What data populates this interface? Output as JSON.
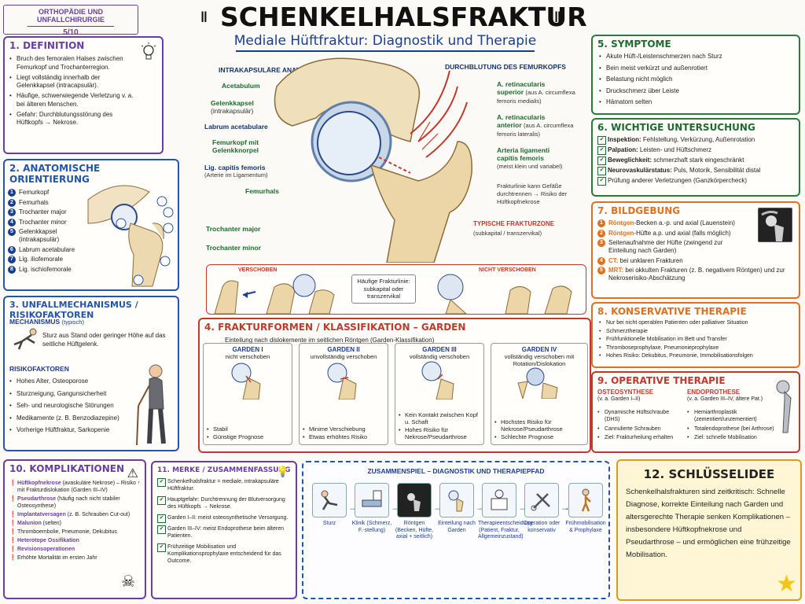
{
  "header": {
    "tag_line1": "ORTHOPÄDIE UND UNFALLCHIRURGIE",
    "tag_line2": "5/10",
    "title": "SCHENKELHALSFRAKTUR",
    "subtitle": "Mediale Hüftfraktur: Diagnostik und Therapie"
  },
  "colors": {
    "purple": "#6a3ea1",
    "blue": "#2355a8",
    "green": "#2b7a3c",
    "orange": "#e07020",
    "red": "#c0392b",
    "navy": "#1b3d8f",
    "yellow": "#f5c518"
  },
  "definition": {
    "title": "1. DEFINITION",
    "items": [
      "Bruch des femoralen Halses zwischen Femurkopf und Trochanterregion.",
      "Liegt vollständig innerhalb der Gelenkkapsel (intracapsulär).",
      "Häufige, schwerwiegende Verletzung v. a. bei älteren Menschen.",
      "Gefahr: Durchblutungsstörung des Hüftkopfs → Nekrose."
    ]
  },
  "orientation": {
    "title": "2. ANATOMISCHE ORIENTIERUNG",
    "items": [
      {
        "n": "1",
        "label": "Femurkopf"
      },
      {
        "n": "2",
        "label": "Femurhals"
      },
      {
        "n": "3",
        "label": "Trochanter major"
      },
      {
        "n": "4",
        "label": "Trochanter minor"
      },
      {
        "n": "5",
        "label": "Gelenkkapsel (intrakapsulär)"
      },
      {
        "n": "6",
        "label": "Labrum acetabulare"
      },
      {
        "n": "7",
        "label": "Lig. iliofemorale"
      },
      {
        "n": "8",
        "label": "Lig. ischiofemorale"
      }
    ]
  },
  "mechanism": {
    "title": "3. UNFALLMECHANISMUS / RISIKOFAKTOREN",
    "mech_head": "MECHANISMUS",
    "mech_note": "(typisch)",
    "mech_text": "Sturz aus Stand oder geringer Höhe auf das seitliche Hüftgelenk.",
    "risk_head": "RISIKOFAKTOREN",
    "risks": [
      "Hohes Alter, Osteoporose",
      "Sturzneigung, Gangunsicherheit",
      "Seh- und neurologische Störungen",
      "Medikamente (z. B. Benzodiazepine)",
      "Vorherige Hüftfraktur, Sarkopenie"
    ]
  },
  "anatomy": {
    "left_head": "INTRAKAPSULÄRE ANATOMIE",
    "right_head": "DURCHBLUTUNG DES FEMURKOPFS",
    "labels": {
      "acetabulum": "Acetabulum",
      "kapsel": "Gelenkkapsel",
      "kapsel2": "(intrakapsulär)",
      "labrum": "Labrum acetabulare",
      "kopf": "Femurkopf mit",
      "kopf2": "Gelenkknorpel",
      "lig": "Lig. capitis femoris",
      "lig2": "(Arterie im Ligamentum)",
      "hals": "Femurhals",
      "tmaj": "Trochanter major",
      "tmin": "Trochanter minor",
      "art1": "A. retinacularis",
      "art1b": "superior",
      "art1c": "(aus A. circumflexa femoris medialis)",
      "art2": "A. retinacularis",
      "art2b": "anterior",
      "art2c": "(aus A. circumflexa femoris lateralis)",
      "art3": "Arteria ligamenti",
      "art3b": "capitis femoris",
      "art3c": "(meist klein und variabel)",
      "frak": "Frakturlinie kann Gefäße durchtrennen → Risiko der Hüftkopfnekrose",
      "zone": "TYPISCHE FRAKTURZONE",
      "zone2": "(subkapital / transzervikal)"
    }
  },
  "shift": {
    "left": "VERSCHOBEN",
    "right": "NICHT VERSCHOBEN",
    "middle": "Häufige Frakturlinie: subkapital oder transzervikal"
  },
  "garden": {
    "title": "4. FRAKTURFORMEN / KLASSIFIKATION – GARDEN",
    "subtitle": "Einteilung nach dislokemente im seitlichen Röntgen (Garden-Klassifikation)",
    "types": [
      {
        "t": "GARDEN I",
        "s": "nicht verschoben",
        "items": [
          "Stabil",
          "Günstige Prognose"
        ]
      },
      {
        "t": "GARDEN II",
        "s": "unvollständig verschoben",
        "items": [
          "Minime Verschiebung",
          "Etwas erhöhtes Risiko"
        ]
      },
      {
        "t": "GARDEN III",
        "s": "vollständig verschoben",
        "items": [
          "Kein Kontakt zwischen Kopf u. Schaft",
          "Hohes Risiko für Nekrose/Pseudarthrose"
        ]
      },
      {
        "t": "GARDEN IV",
        "s": "vollständig verschoben mit Rotation/Dislokation",
        "items": [
          "Höchstes Risiko für Nekrose/Pseudarthrose",
          "Schlechte Prognose"
        ]
      }
    ]
  },
  "symptoms": {
    "title": "5. SYMPTOME",
    "items": [
      "Akute Hüft-/Leistenschmerzen nach Sturz",
      "Bein meist verkürzt und außenrotiert",
      "Belastung nicht möglich",
      "Druckschmerz über Leiste",
      "Hämatom selten"
    ]
  },
  "exam": {
    "title": "6. WICHTIGE UNTERSUCHUNG",
    "items": [
      {
        "b": "Inspektion:",
        "t": "Fehlstellung, Verkürzung, Außenrotation"
      },
      {
        "b": "Palpation:",
        "t": "Leisten- und Hüftschmerz"
      },
      {
        "b": "Beweglichkeit:",
        "t": "schmerzhaft stark eingeschränkt"
      },
      {
        "b": "Neurovaskulärstatus:",
        "t": "Puls, Motorik, Sensibilität distal"
      },
      {
        "b": "",
        "t": "Prüfung anderer Verletzungen (Ganzkörpercheck)"
      }
    ]
  },
  "imaging": {
    "title": "7. BILDGEBUNG",
    "items": [
      {
        "n": "1",
        "b": "Röntgen",
        "t": "-Becken a.-p. und axial (Lauenstein)"
      },
      {
        "n": "2",
        "b": "Röntgen",
        "t": "-Hüfte a.p. und axial (falls möglich)"
      },
      {
        "n": "3",
        "b": "",
        "t": "Seitenaufnahme der Hüfte (zwingend zur Einteilung nach Garden)"
      },
      {
        "n": "4",
        "b": "CT:",
        "t": " bei unklaren Frakturen"
      },
      {
        "n": "5",
        "b": "MRT:",
        "t": " bei okkulten Frakturen (z. B. negativem Röntgen) und zur Nekroserisiko-Abschätzung"
      }
    ]
  },
  "conservative": {
    "title": "8. KONSERVATIVE THERAPIE",
    "items": [
      "Nur bei nicht operablen Patienten oder palliativer Situation",
      "Schmerztherapie",
      "Frühfunktionelle Mobilisation im Bett und Transfer",
      "Thromboseprophylaxe, Pneumonieprophylaxe",
      "Hohes Risiko: Dekubitus, Pneumonie, Immobilisationsfolgen"
    ]
  },
  "operative": {
    "title": "9. OPERATIVE THERAPIE",
    "left_head": "OSTEOSYNTHESE",
    "left_sub": "(v. a. Garden I–II)",
    "left_items": [
      "Dynamische Hüftschraube (DHS)",
      "Cannulierte Schrauben",
      "Ziel: Frakturheilung erhalten"
    ],
    "right_head": "ENDOPROTHESE",
    "right_sub": "(v. a. Garden III–IV, ältere Pat.)",
    "right_items": [
      "Hemiarthroplastik (zementiert/unzementiert)",
      "Totalendoprothese (bei Arthrose)",
      "Ziel: schnelle Mobilisation"
    ]
  },
  "complications": {
    "title": "10. KOMPLIKATIONEN",
    "items": [
      {
        "b": "Hüftkopfnekrose",
        "t": " (avaskuläre Nekrose) – Risiko ↑ mit Frakturdislokation (Garden III–IV)"
      },
      {
        "b": "Pseudarthrose",
        "t": " (häufig nach nicht stabiler Osteosynthese)"
      },
      {
        "b": "Implantatversagen",
        "t": " (z. B. Schrauben Cut-out)"
      },
      {
        "b": "Malunion",
        "t": " (selten)"
      },
      {
        "b": "",
        "t": "Thromboembolie, Pneumonie, Dekubitus"
      },
      {
        "b": "Heterotope Ossifikation",
        "t": ""
      },
      {
        "b": "Revisionsoperationen",
        "t": ""
      },
      {
        "b": "",
        "t": "Erhöhte Mortalität im ersten Jahr"
      }
    ]
  },
  "summary": {
    "title": "11. MERKE / ZUSAMMENFASSUNG",
    "items": [
      "Schenkelhalsfraktur = mediale, intrakapsuläre Hüftfraktur.",
      "Hauptgefahr: Durchtrennung der Blutversorgung des Hüftkopfs → Nekrose.",
      "Garden I–II: meist osteosynthetische Versorgung.",
      "Garden III–IV: meist Endoprothese beim älteren Patienten.",
      "Frühzeitige Mobilisation und Komplikationsprophylaxe entscheidend für das Outcome."
    ]
  },
  "pathway": {
    "title": "ZUSAMMENSPIEL – DIAGNOSTIK UND THERAPIEPFAD",
    "steps": [
      {
        "label": "Sturz"
      },
      {
        "label": "Klinik (Schmerz, F.-stellung)"
      },
      {
        "label": "Röntgen (Becken, Hüfte, axial + seitlich)"
      },
      {
        "label": "Einteilung nach Garden"
      },
      {
        "label": "Therapieentscheidung (Patient, Fraktur, Allgemeinzustand)"
      },
      {
        "label": "Operation oder konservativ"
      },
      {
        "label": "Frühmobilisation & Prophylaxe"
      }
    ]
  },
  "key": {
    "title": "12. SCHLÜSSELIDEE",
    "text": "Schenkelhalsfrakturen sind zeitkritisch: Schnelle Diagnose, korrekte Einteilung nach Garden und altersgerechte Therapie senken Komplikationen – insbesondere Hüftkopfnekrose und Pseudarthrose – und ermöglichen eine frühzeitige Mobilisation."
  }
}
